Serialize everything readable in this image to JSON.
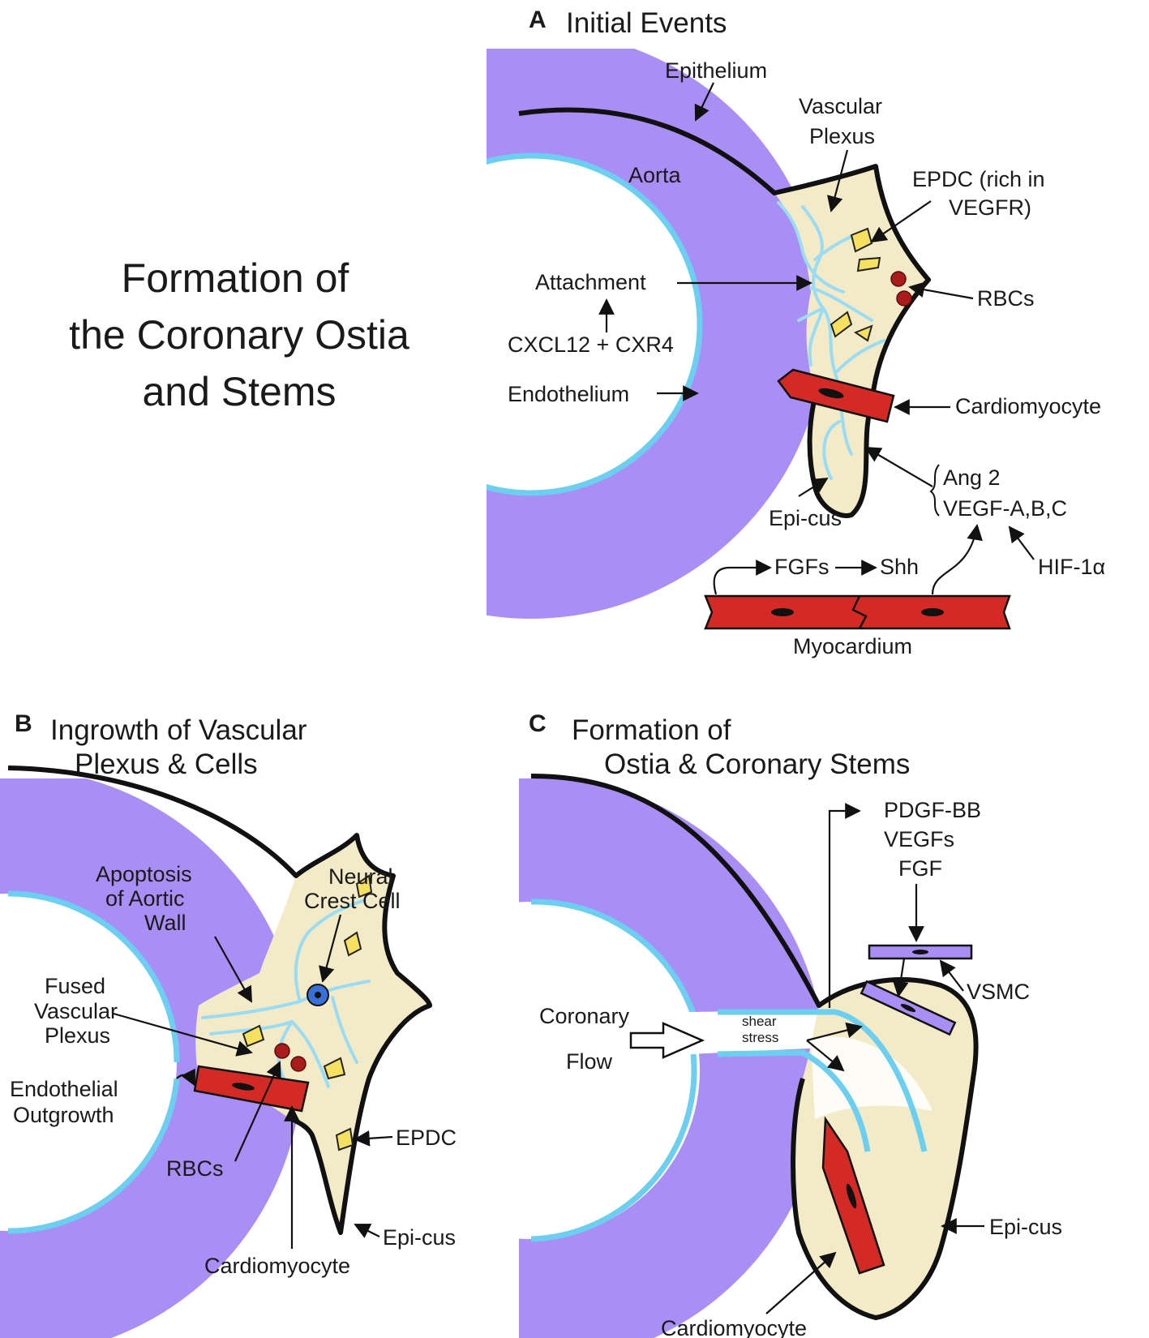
{
  "main_title": [
    "Formation of",
    "the Coronary Ostia",
    "and Stems"
  ],
  "panel_a": {
    "letter": "A",
    "title": "Initial Events",
    "labels": {
      "epithelium": "Epithelium",
      "aorta": "Aorta",
      "vascular_plexus_1": "Vascular",
      "vascular_plexus_2": "Plexus",
      "epdc_1": "EPDC (rich in",
      "epdc_2": "VEGFR)",
      "attachment": "Attachment",
      "rbcs": "RBCs",
      "cxcl12": "CXCL12 + CXR4",
      "endothelium": "Endothelium",
      "cardiomyocyte": "Cardiomyocyte",
      "ang2": "Ang 2",
      "epicus": "Epi-cus",
      "vegf": "VEGF-A,B,C",
      "fgfs": "FGFs",
      "shh": "Shh",
      "hif": "HIF-1α",
      "myocardium": "Myocardium"
    }
  },
  "panel_b": {
    "letter": "B",
    "title": [
      "Ingrowth of Vascular",
      "Plexus & Cells"
    ],
    "labels": {
      "apoptosis_1": "Apoptosis",
      "apoptosis_2": "of Aortic",
      "apoptosis_3": "Wall",
      "neural_1": "Neural",
      "neural_2": "Crest Cell",
      "fused_1": "Fused",
      "fused_2": "Vascular",
      "fused_3": "Plexus",
      "endo_out_1": "Endothelial",
      "endo_out_2": "Outgrowth",
      "epdc": "EPDC",
      "rbcs": "RBCs",
      "epicus": "Epi-cus",
      "cardiomyocyte": "Cardiomyocyte"
    }
  },
  "panel_c": {
    "letter": "C",
    "title": [
      "Formation of",
      "Ostia & Coronary Stems"
    ],
    "labels": {
      "pdgf": "PDGF-BB",
      "vegfs": "VEGFs",
      "fgf": "FGF",
      "vsmc": "VSMC",
      "coronary": "Coronary",
      "flow": "Flow",
      "shear": "shear",
      "stress": "stress",
      "epicus": "Epi-cus",
      "cardiomyocyte": "Cardiomyocyte"
    }
  },
  "colors": {
    "aortic_wall": "#a98ef5",
    "endothelium": "#6ccff0",
    "epicardial_cushion": "#f3ebc8",
    "myocardium": "#d42a25",
    "rbc": "#a81c1c",
    "epdc_cell": "#f6e060",
    "neural_crest_cell": "#3a6fd8"
  }
}
